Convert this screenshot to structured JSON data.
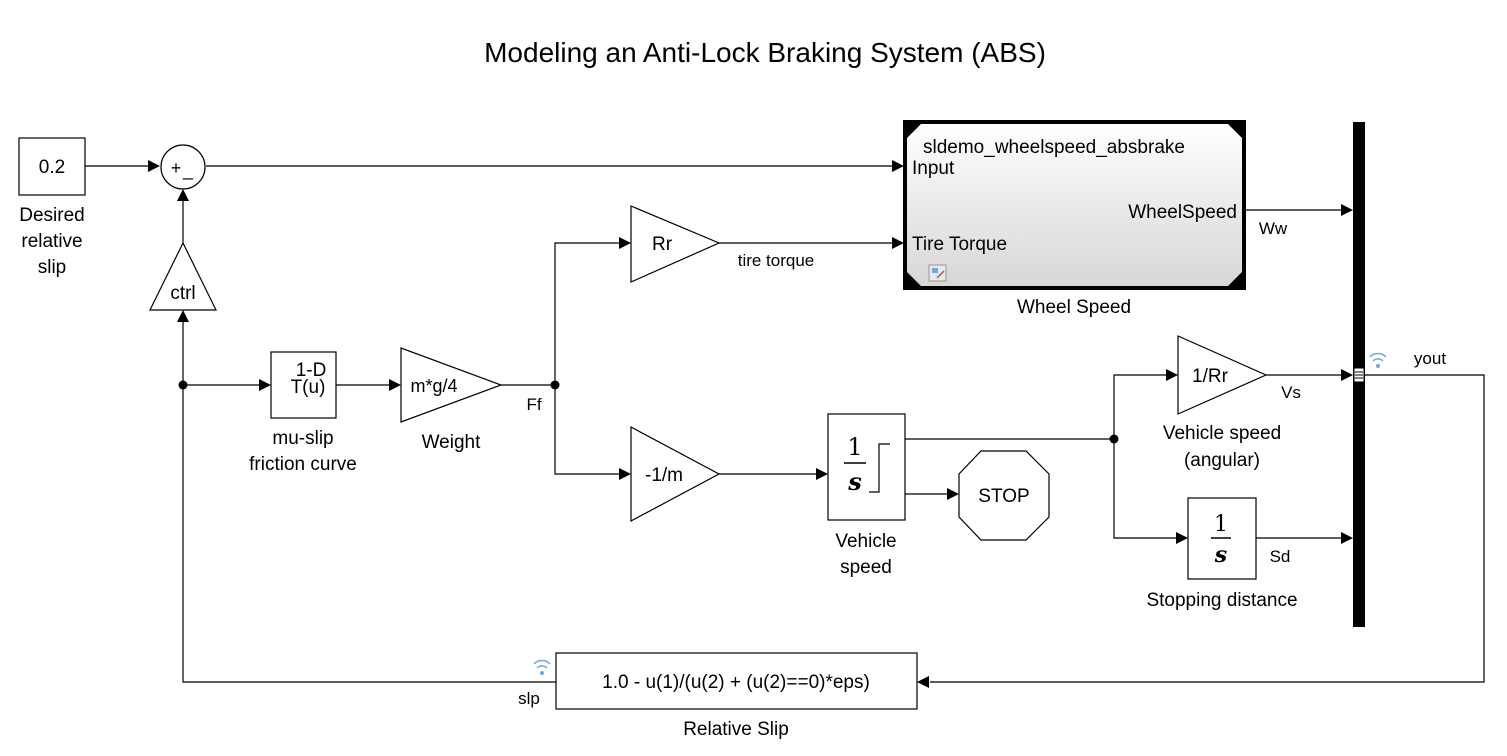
{
  "title": "Modeling an Anti-Lock Braking System (ABS)",
  "blocks": {
    "desired_slip": {
      "value": "0.2",
      "label_lines": [
        "Desired",
        "relative",
        "slip"
      ]
    },
    "sum": {
      "plus": "+",
      "minus": "_"
    },
    "ctrl": {
      "label": "ctrl"
    },
    "mu_slip": {
      "line1": "1-D",
      "line2": "T(u)",
      "label_lines": [
        "mu-slip",
        "friction curve"
      ]
    },
    "weight": {
      "gain": "m*g/4",
      "label": "Weight",
      "out_signal": "Ff"
    },
    "rr": {
      "gain": "Rr",
      "out_signal": "tire torque"
    },
    "neg_inv_m": {
      "gain": "-1/m"
    },
    "vehicle_speed": {
      "num": "1",
      "den": "s",
      "label_lines": [
        "Vehicle",
        "speed"
      ]
    },
    "stop": {
      "label": "STOP"
    },
    "wheel_speed": {
      "model_name": "sldemo_wheelspeed_absbrake",
      "port_in1": "Input",
      "port_in2": "Tire Torque",
      "port_out": "WheelSpeed",
      "label": "Wheel Speed",
      "out_signal": "Ww"
    },
    "inv_rr": {
      "gain": "1/Rr",
      "label_lines": [
        "Vehicle speed",
        "(angular)"
      ],
      "out_signal": "Vs"
    },
    "stopping": {
      "num": "1",
      "den": "s",
      "label": "Stopping distance",
      "out_signal": "Sd"
    },
    "mux": {
      "out_signal": "yout"
    },
    "relative_slip": {
      "expr": "1.0 - u(1)/(u(2) + (u(2)==0)*eps)",
      "label": "Relative Slip",
      "out_signal": "slp"
    }
  },
  "colors": {
    "line": "#000000",
    "subsystem_gradient_top": "#ffffff",
    "subsystem_gradient_bottom": "#d9d9d9",
    "logging_icon": "#6fa8dc"
  }
}
